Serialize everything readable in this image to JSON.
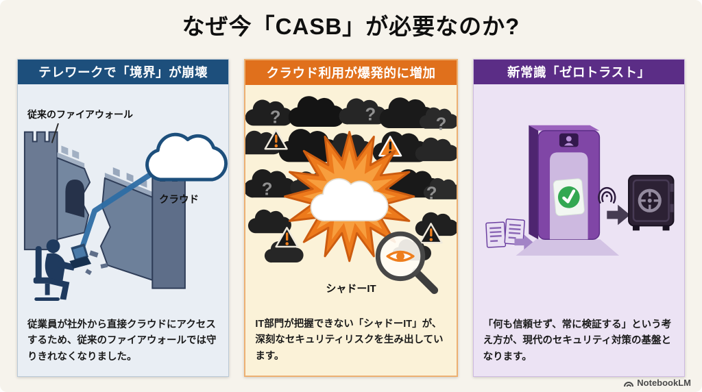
{
  "page": {
    "title": "なぜ今「CASB」が必要なのか?",
    "watermark": "NotebookLM"
  },
  "art": {
    "question_mark": "?"
  },
  "panels": [
    {
      "header": "テレワークで「境界」が崩壊",
      "firewall_label": "従来のファイアウォール",
      "cloud_label": "クラウド",
      "body": "従業員が社外から直接クラウドにアクセスするため、従来のファイアウォールでは守りきれなくなりました。",
      "colors": {
        "header_bg": "#1d4f7c",
        "panel_bg": "#e9eef4",
        "accent": "#2e6da4"
      }
    },
    {
      "header": "クラウド利用が爆発的に増加",
      "shadow_it_label": "シャドーIT",
      "body": "IT部門が把握できない「シャドーIT」が、深刻なセキュリティリスクを生み出しています。",
      "colors": {
        "header_bg": "#e0701c",
        "panel_bg": "#fbf2d8",
        "accent": "#ed7a1c"
      }
    },
    {
      "header": "新常識「ゼロトラスト」",
      "body": "「何も信頼せず、常に検証する」という考え方が、現代のセキュリティ対策の基盤となります。",
      "colors": {
        "header_bg": "#5b2d86",
        "panel_bg": "#ece3f4",
        "accent": "#33a852"
      }
    }
  ]
}
